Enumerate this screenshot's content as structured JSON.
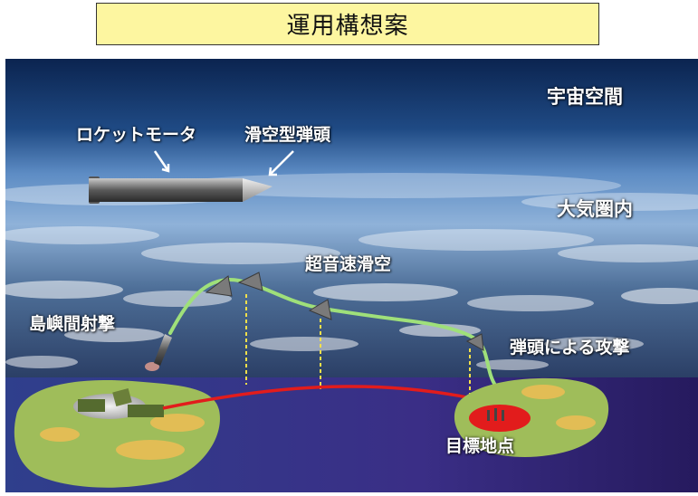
{
  "title": "運用構想案",
  "labels": {
    "space": "宇宙空間",
    "rocket_motor": "ロケットモータ",
    "glide_warhead": "滑空型弾頭",
    "atmosphere": "大気圏内",
    "hypersonic_glide": "超音速滑空",
    "island_launch": "島嶼間射撃",
    "warhead_attack": "弾頭による攻撃",
    "target": "目標地点"
  },
  "colors": {
    "title_bg": "#fdf6a0",
    "trajectory": "#9fe07a",
    "ground_path": "#e21c1c",
    "drop_line": "#f3e04a",
    "sea": "#3a2e86"
  }
}
